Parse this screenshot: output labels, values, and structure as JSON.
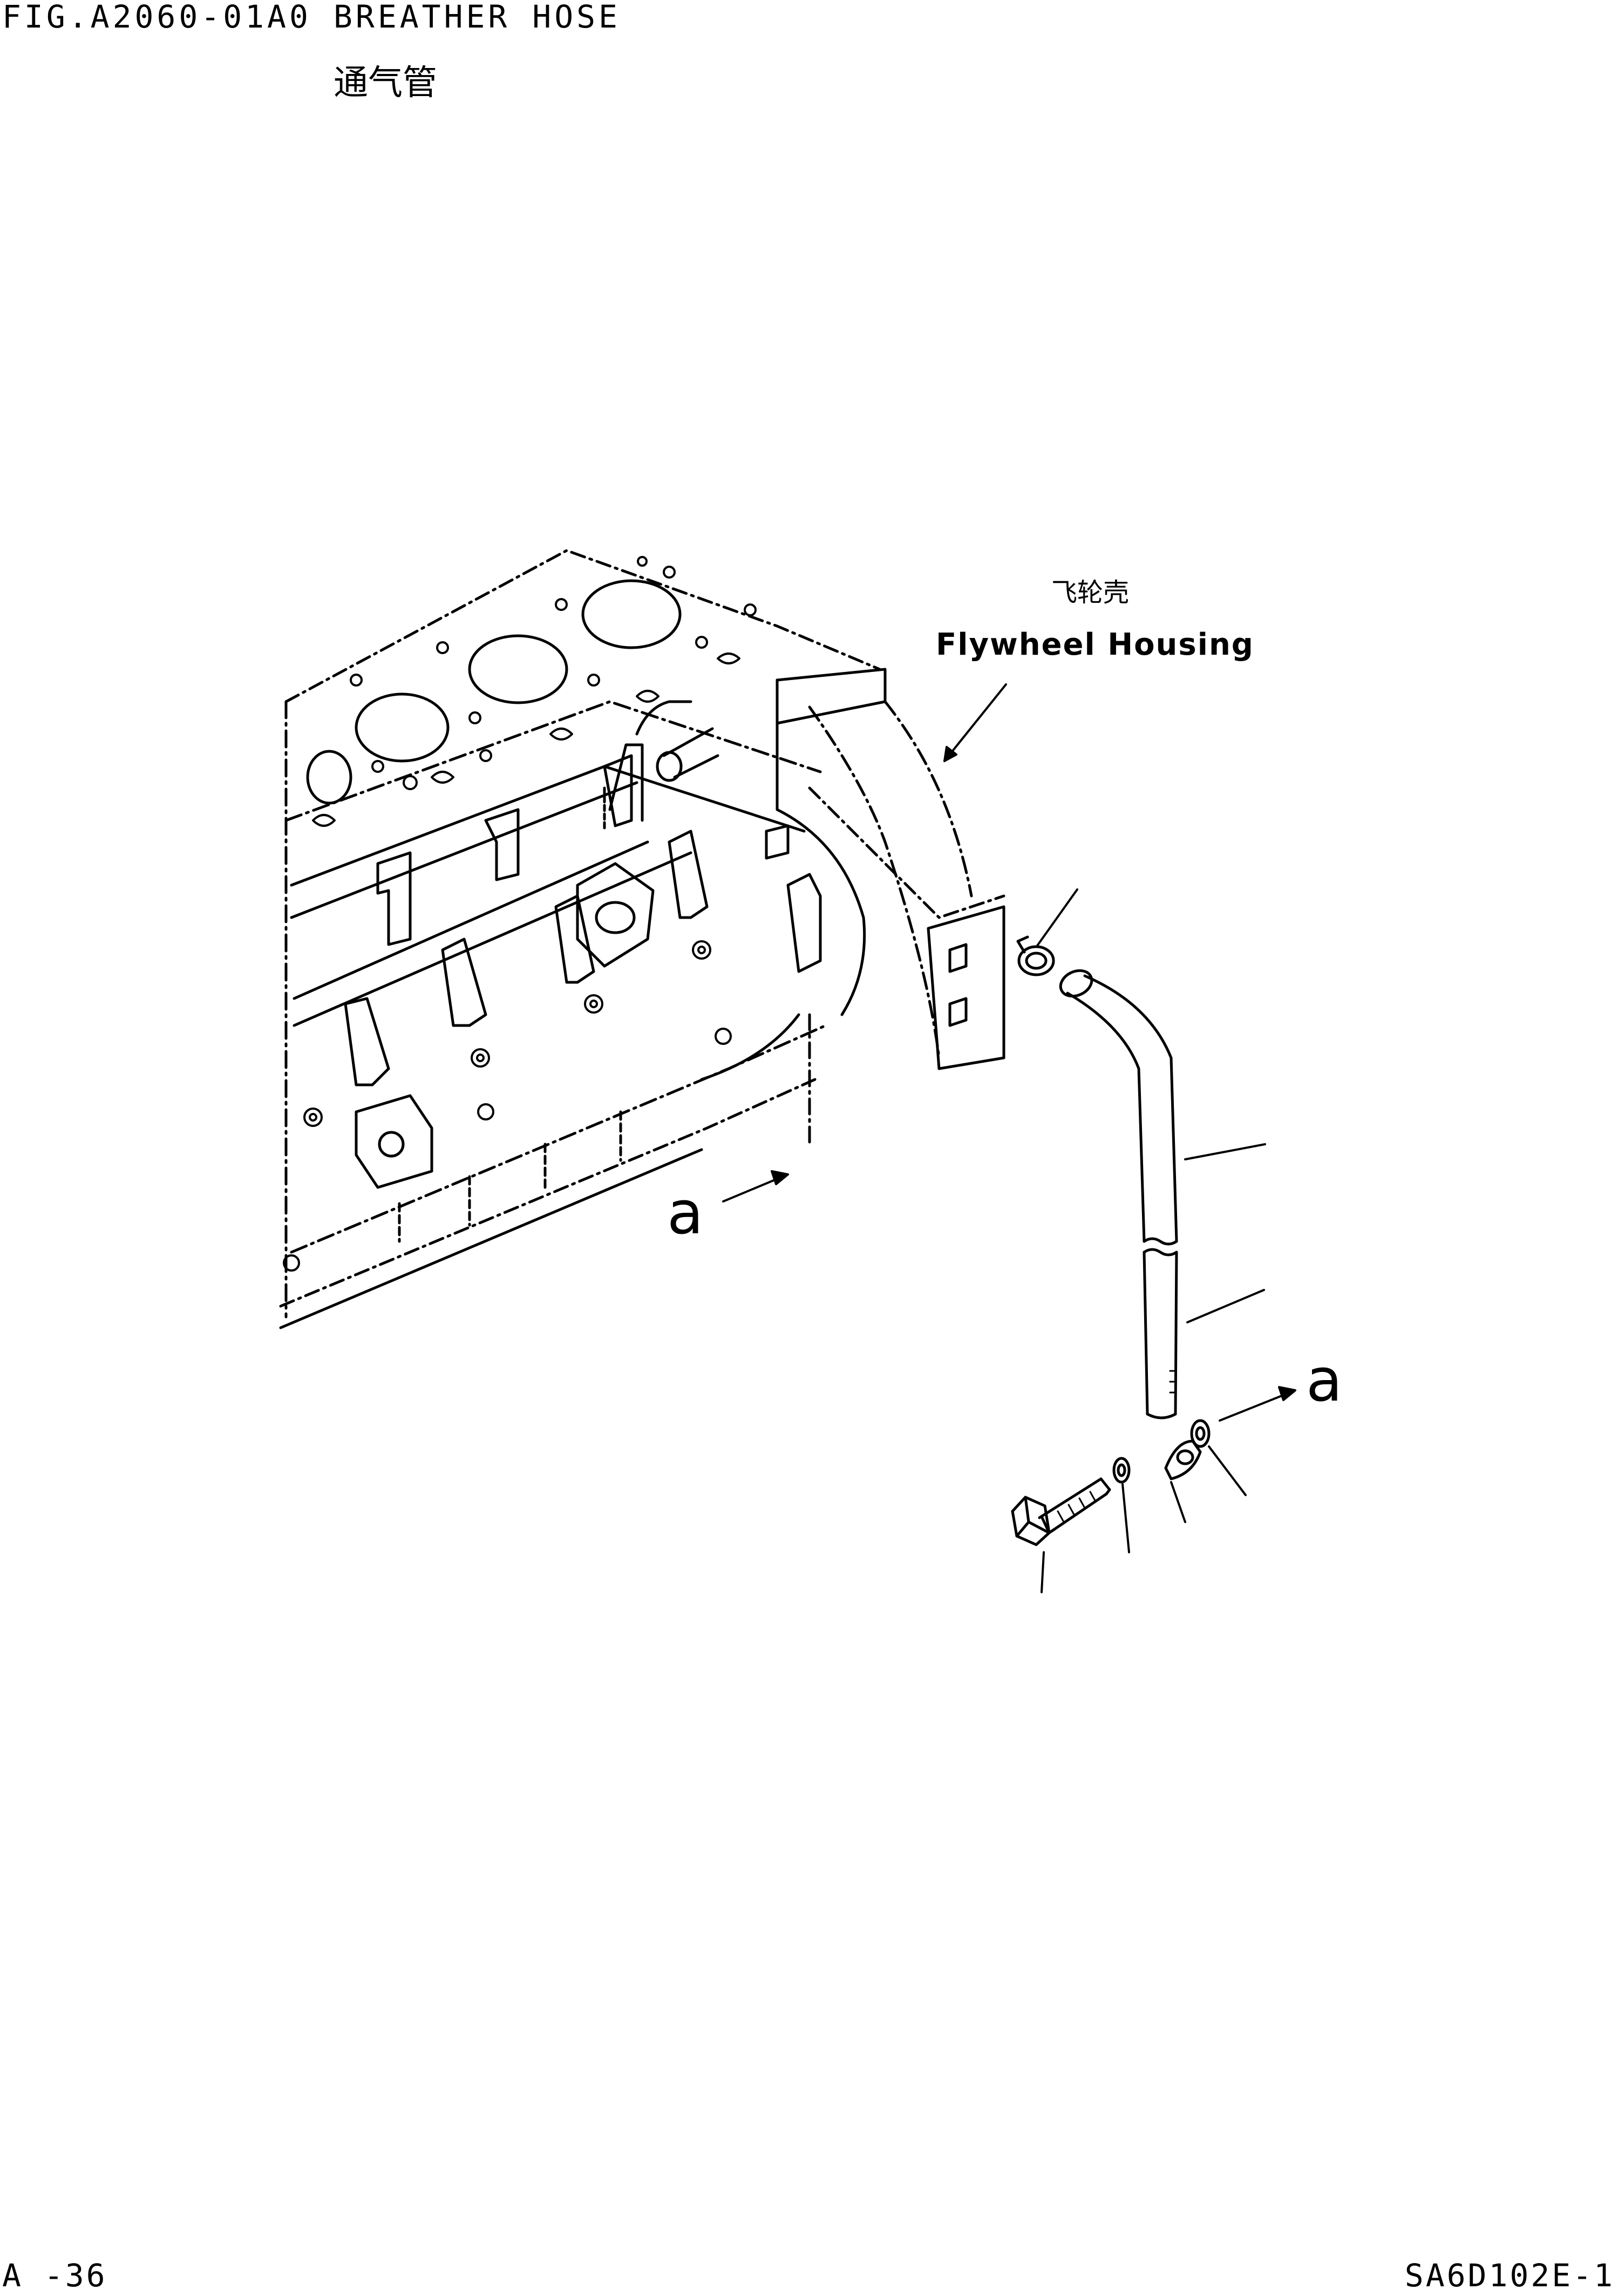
{
  "header": {
    "figure_id": "FIG.A2060-01A0",
    "title": "BREATHER HOSE",
    "title_cn": "通气管"
  },
  "diagram": {
    "housing_label_cn": "飞轮壳",
    "housing_label_en": "Flywheel Housing",
    "view_marker_left": "a",
    "view_marker_right": "a"
  },
  "footer": {
    "page_number": "A -36",
    "model_code": "SA6D102E-1"
  }
}
